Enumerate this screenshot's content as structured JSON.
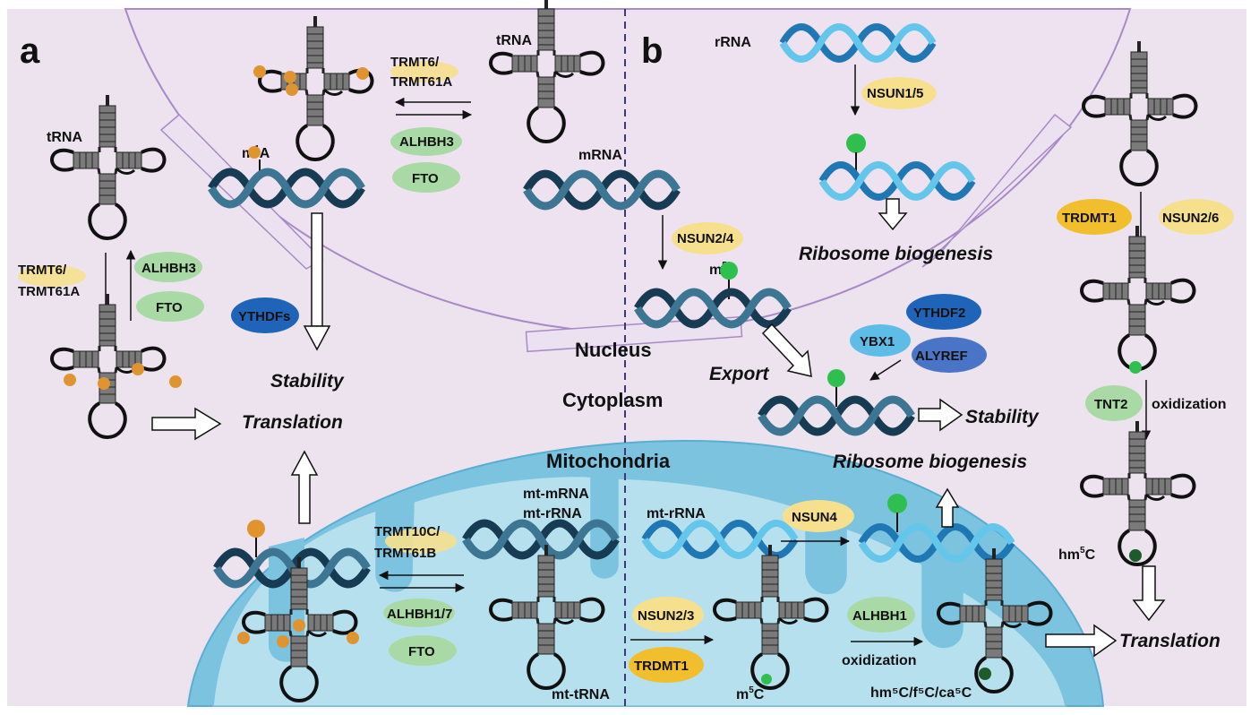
{
  "panels": {
    "a": "a",
    "b": "b"
  },
  "compartments": {
    "nucleus": "Nucleus",
    "cytoplasm": "Cytoplasm",
    "mitochondria": "Mitochondria"
  },
  "molecules": {
    "trna": "tRNA",
    "mrna": "mRNA",
    "rrna": "rRNA",
    "mt_mrna": "mt-mRNA",
    "mt_rrna_top": "mt-rRNA",
    "mt_rrna_b": "mt-rRNA",
    "mt_trna": "mt-tRNA"
  },
  "marks": {
    "m1a_base": "m",
    "m1a_sup": "1",
    "m1a_tail": "A",
    "m5c_base": "m",
    "m5c_sup": "5",
    "m5c_tail": "C",
    "hm5c_base": "hm",
    "hm5c_sup": "5",
    "hm5c_tail": "C",
    "mt_ox_products": "hm⁵C/f⁵C/ca⁵C"
  },
  "enzymes": {
    "trmt6_top_1": "TRMT6/",
    "trmt6_top_2": "TRMT61A",
    "trmt6_left_1": "TRMT6/",
    "trmt6_left_2": "TRMT61A",
    "alhbh3": "ALHBH3",
    "fto": "FTO",
    "ythdfs": "YTHDFs",
    "trmt10c_1": "TRMT10C/",
    "trmt10c_2": "TRMT61B",
    "alhbh17": "ALHBH1/7",
    "nsun15": "NSUN1/5",
    "nsun24": "NSUN2/4",
    "ythdf2": "YTHDF2",
    "ybx1": "YBX1",
    "alyref": "ALYREF",
    "trdmt1": "TRDMT1",
    "nsun26": "NSUN2/6",
    "tnt2": "TNT2",
    "nsun4": "NSUN4",
    "nsun23": "NSUN2/3",
    "alhbh1": "ALHBH1"
  },
  "outcomes": {
    "stability": "Stability",
    "translation": "Translation",
    "ribosome_biogenesis": "Ribosome biogenesis",
    "export": "Export"
  },
  "processes": {
    "oxidization": "oxidization"
  },
  "colors": {
    "background": "#ece3ef",
    "nucleus_fill": "#ede1f1",
    "nucleus_stroke": "#a78bc6",
    "mito_outer": "#7cc3e0",
    "mito_inner": "#b6dfee",
    "helix_dark": "#2d5f78",
    "helix_light": "#4fb1d9",
    "m1a_dot": "#e09430",
    "m5c_dot": "#2fbf4f",
    "hm5c_dot": "#1f5a2c",
    "enzyme_yellow": "#f6e08d",
    "enzyme_green": "#a9d9a4",
    "enzyme_blue": "#1f64b8",
    "enzyme_lightblue": "#5dbde6",
    "enzyme_gold": "#f1bf2e"
  }
}
